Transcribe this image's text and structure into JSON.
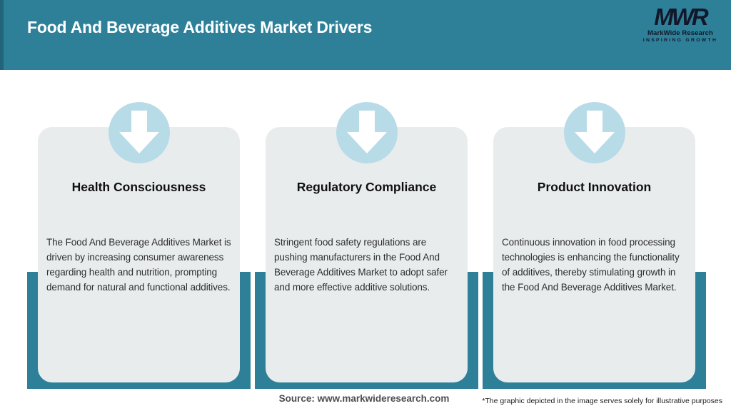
{
  "header": {
    "title": "Food And Beverage Additives Market Drivers"
  },
  "logo": {
    "monogram": "MWR",
    "name": "MarkWide Research",
    "tagline": "INSPIRING GROWTH"
  },
  "cards": [
    {
      "icon": "arrow-down-icon",
      "title": "Health Consciousness",
      "description": "The Food And Beverage Additives Market is driven by increasing consumer awareness regarding health and nutrition, prompting demand for natural and functional additives."
    },
    {
      "icon": "arrow-down-icon",
      "title": "Regulatory Compliance",
      "description": "Stringent food safety regulations are pushing manufacturers in the Food And Beverage Additives Market to adopt safer and more effective additive solutions."
    },
    {
      "icon": "arrow-down-icon",
      "title": "Product Innovation",
      "description": "Continuous innovation in food processing technologies is enhancing the functionality of additives, thereby stimulating growth in the Food And Beverage Additives Market."
    }
  ],
  "footer": {
    "source": "Source: www.markwideresearch.com",
    "disclaimer": "*The graphic depicted in the image serves solely for illustrative purposes"
  },
  "colors": {
    "teal": "#2e8099",
    "teal_dark_accent": "#22647a",
    "icon_circle_blue": "#b8dbe8",
    "card_background": "#e9eced",
    "title_text": "#ffffff",
    "body_text": "#2d2d2d"
  }
}
